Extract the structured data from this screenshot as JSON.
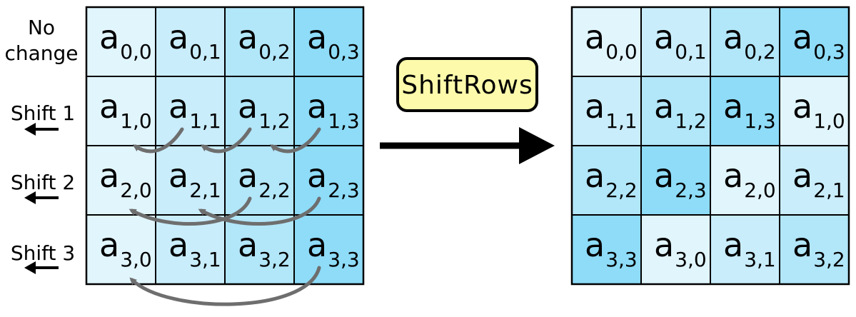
{
  "colors": {
    "shade0": "#e1f5fd",
    "shade1": "#c9edfb",
    "shade2": "#b2e6f9",
    "shade3": "#8edcf8",
    "grid_line": "#000000",
    "arrow_gray": "#6e6e6e",
    "button_fill": "#fdfbab",
    "arrow_black": "#000000"
  },
  "row_labels": [
    {
      "lines": [
        "No",
        "change"
      ]
    },
    {
      "lines": [
        "Shift 1"
      ]
    },
    {
      "lines": [
        "Shift 2"
      ]
    },
    {
      "lines": [
        "Shift 3"
      ]
    }
  ],
  "operation": {
    "label": "ShiftRows"
  },
  "left_matrix": [
    [
      {
        "base": "a",
        "sub": "0,0",
        "shade": 0
      },
      {
        "base": "a",
        "sub": "0,1",
        "shade": 1
      },
      {
        "base": "a",
        "sub": "0,2",
        "shade": 2
      },
      {
        "base": "a",
        "sub": "0,3",
        "shade": 3
      }
    ],
    [
      {
        "base": "a",
        "sub": "1,0",
        "shade": 0
      },
      {
        "base": "a",
        "sub": "1,1",
        "shade": 1
      },
      {
        "base": "a",
        "sub": "1,2",
        "shade": 2
      },
      {
        "base": "a",
        "sub": "1,3",
        "shade": 3
      }
    ],
    [
      {
        "base": "a",
        "sub": "2,0",
        "shade": 0
      },
      {
        "base": "a",
        "sub": "2,1",
        "shade": 1
      },
      {
        "base": "a",
        "sub": "2,2",
        "shade": 2
      },
      {
        "base": "a",
        "sub": "2,3",
        "shade": 3
      }
    ],
    [
      {
        "base": "a",
        "sub": "3,0",
        "shade": 0
      },
      {
        "base": "a",
        "sub": "3,1",
        "shade": 1
      },
      {
        "base": "a",
        "sub": "3,2",
        "shade": 2
      },
      {
        "base": "a",
        "sub": "3,3",
        "shade": 3
      }
    ]
  ],
  "right_matrix": [
    [
      {
        "base": "a",
        "sub": "0,0",
        "shade": 0
      },
      {
        "base": "a",
        "sub": "0,1",
        "shade": 1
      },
      {
        "base": "a",
        "sub": "0,2",
        "shade": 2
      },
      {
        "base": "a",
        "sub": "0,3",
        "shade": 3
      }
    ],
    [
      {
        "base": "a",
        "sub": "1,1",
        "shade": 1
      },
      {
        "base": "a",
        "sub": "1,2",
        "shade": 2
      },
      {
        "base": "a",
        "sub": "1,3",
        "shade": 3
      },
      {
        "base": "a",
        "sub": "1,0",
        "shade": 0
      }
    ],
    [
      {
        "base": "a",
        "sub": "2,2",
        "shade": 2
      },
      {
        "base": "a",
        "sub": "2,3",
        "shade": 3
      },
      {
        "base": "a",
        "sub": "2,0",
        "shade": 0
      },
      {
        "base": "a",
        "sub": "2,1",
        "shade": 1
      }
    ],
    [
      {
        "base": "a",
        "sub": "3,3",
        "shade": 3
      },
      {
        "base": "a",
        "sub": "3,0",
        "shade": 0
      },
      {
        "base": "a",
        "sub": "3,1",
        "shade": 1
      },
      {
        "base": "a",
        "sub": "3,2",
        "shade": 2
      }
    ]
  ]
}
